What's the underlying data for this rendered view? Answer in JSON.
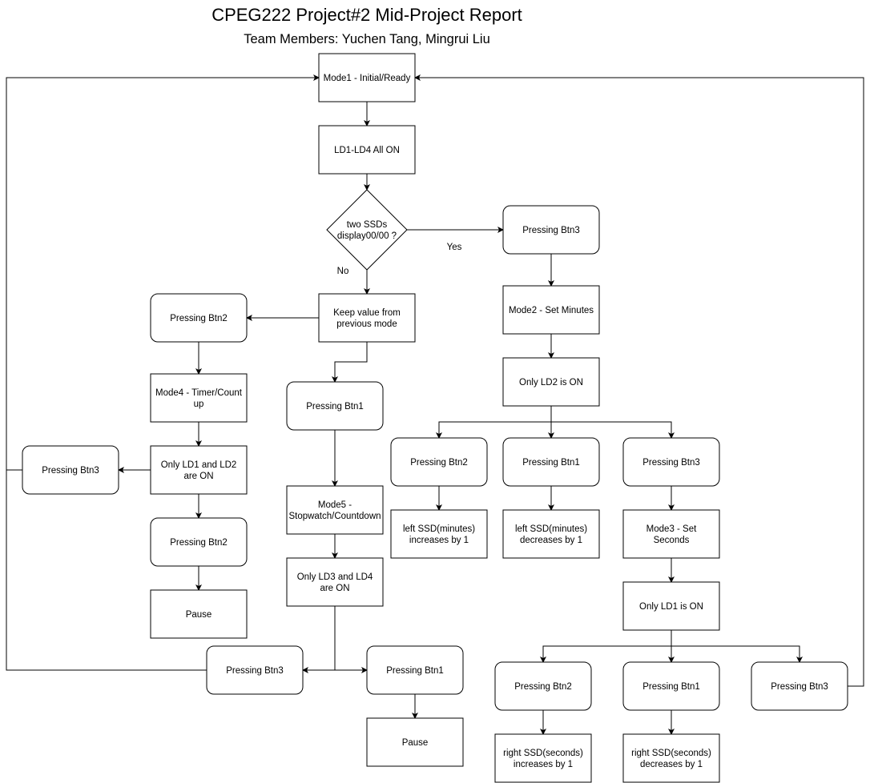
{
  "title": "CPEG222 Project#2 Mid-Project Report",
  "subtitle": "Team Members: Yuchen Tang, Mingrui Liu",
  "nodes": {
    "mode1": [
      "Mode1 - Initial/Ready"
    ],
    "ld_all_on": [
      "LD1-LD4 All ON"
    ],
    "decision": [
      "two SSDs",
      "display00/00 ?"
    ],
    "keep_value": [
      "Keep value from",
      "previous mode"
    ],
    "press_btn3_a": [
      "Pressing Btn3"
    ],
    "mode2": [
      "Mode2 - Set Minutes"
    ],
    "only_ld2": [
      "Only LD2 is ON"
    ],
    "press_btn2_b": [
      "Pressing Btn2"
    ],
    "press_btn1_b": [
      "Pressing Btn1"
    ],
    "press_btn3_b": [
      "Pressing Btn3"
    ],
    "left_inc": [
      "left SSD(minutes)",
      "increases by 1"
    ],
    "left_dec": [
      "left SSD(minutes)",
      "decreases by 1"
    ],
    "mode3": [
      "Mode3 - Set",
      "Seconds"
    ],
    "only_ld1": [
      "Only LD1 is ON"
    ],
    "press_btn2_c": [
      "Pressing Btn2"
    ],
    "press_btn1_c": [
      "Pressing Btn1"
    ],
    "press_btn3_c": [
      "Pressing Btn3"
    ],
    "right_inc": [
      "right SSD(seconds)",
      "increases by 1"
    ],
    "right_dec": [
      "right SSD(seconds)",
      "decreases by 1"
    ],
    "press_btn2_d": [
      "Pressing Btn2"
    ],
    "mode4": [
      "Mode4 - Timer/Count",
      "up"
    ],
    "only_ld1_ld2": [
      "Only LD1 and LD2",
      "are ON"
    ],
    "press_btn3_d": [
      "Pressing Btn3"
    ],
    "press_btn2_e": [
      "Pressing Btn2"
    ],
    "pause_a": [
      "Pause"
    ],
    "press_btn1_e": [
      "Pressing Btn1"
    ],
    "mode5": [
      "Mode5 -",
      "Stopwatch/Countdown"
    ],
    "only_ld3_ld4": [
      "Only LD3 and LD4",
      "are ON"
    ],
    "press_btn3_e": [
      "Pressing Btn3"
    ],
    "press_btn1_f": [
      "Pressing Btn1"
    ],
    "pause_b": [
      "Pause"
    ]
  },
  "edge_labels": {
    "yes": "Yes",
    "no": "No"
  }
}
